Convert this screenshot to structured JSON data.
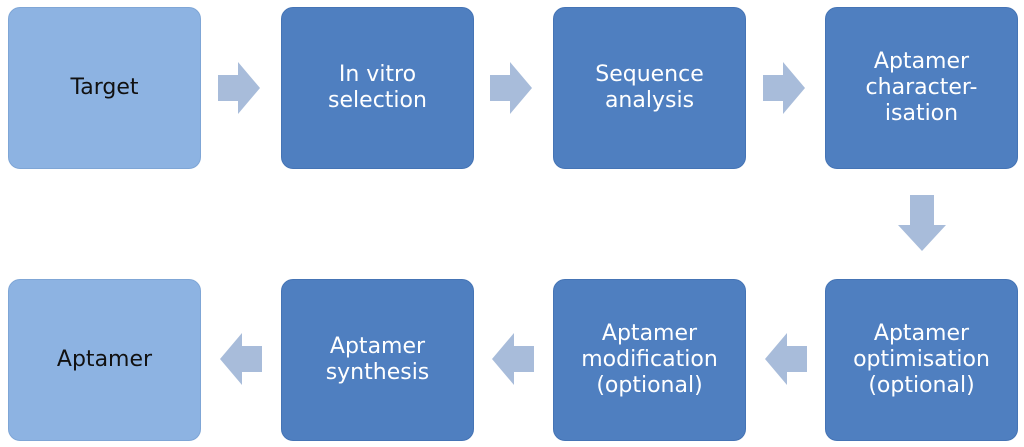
{
  "diagram": {
    "colors": {
      "light_box": "#8db3e2",
      "dark_box": "#4f7fc0",
      "arrow": "#a8bcda"
    },
    "boxes": {
      "target": "Target",
      "in_vitro_selection": "In vitro\nselection",
      "sequence_analysis": "Sequence\nanalysis",
      "characterisation": "Aptamer\ncharacter-\nisation",
      "optimisation": "Aptamer\noptimisation\n(optional)",
      "modification": "Aptamer\nmodification\n(optional)",
      "synthesis": "Aptamer\nsynthesis",
      "aptamer": "Aptamer"
    },
    "arrows": [
      "right-arrow",
      "right-arrow",
      "right-arrow",
      "down-arrow",
      "left-arrow",
      "left-arrow",
      "left-arrow"
    ]
  }
}
